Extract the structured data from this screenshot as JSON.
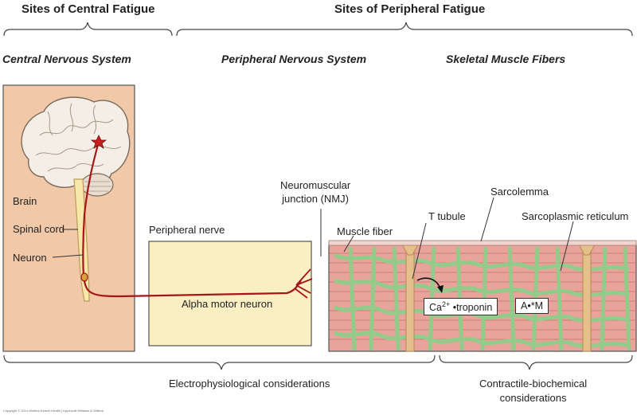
{
  "headers": {
    "central": "Sites of Central Fatigue",
    "peripheral": "Sites of Peripheral Fatigue"
  },
  "subheaders": {
    "cns": "Central Nervous System",
    "pns": "Peripheral Nervous System",
    "muscle": "Skeletal Muscle Fibers"
  },
  "cns_labels": {
    "brain": "Brain",
    "spinal_cord": "Spinal cord",
    "neuron": "Neuron"
  },
  "peripheral_labels": {
    "peripheral_nerve": "Peripheral nerve",
    "alpha_motor_neuron": "Alpha motor neuron",
    "nmj_line1": "Neuromuscular",
    "nmj_line2": "junction (NMJ)"
  },
  "muscle_labels": {
    "muscle_fiber": "Muscle fiber",
    "t_tubule": "T tubule",
    "sarcolemma": "Sarcolemma",
    "sr": "Sarcoplasmic reticulum",
    "ca_troponin_base": "Ca",
    "ca_troponin_sup": "2+",
    "ca_troponin_rest": " •troponin",
    "am": "A•*M"
  },
  "footer": {
    "electro": "Electrophysiological considerations",
    "contractile_line1": "Contractile-biochemical",
    "contractile_line2": "considerations",
    "copyright": "Copyright © 2014 Wolters Kluwer Health | Lippincott Williams & Wilkins"
  },
  "colors": {
    "cns_bg": "#f2c9a8",
    "nerve_box": "#faefc2",
    "muscle_bg": "#e8a39b",
    "sr_green": "#8fce8a",
    "axon_red": "#a4161a",
    "tubule": "#e6c08c"
  }
}
